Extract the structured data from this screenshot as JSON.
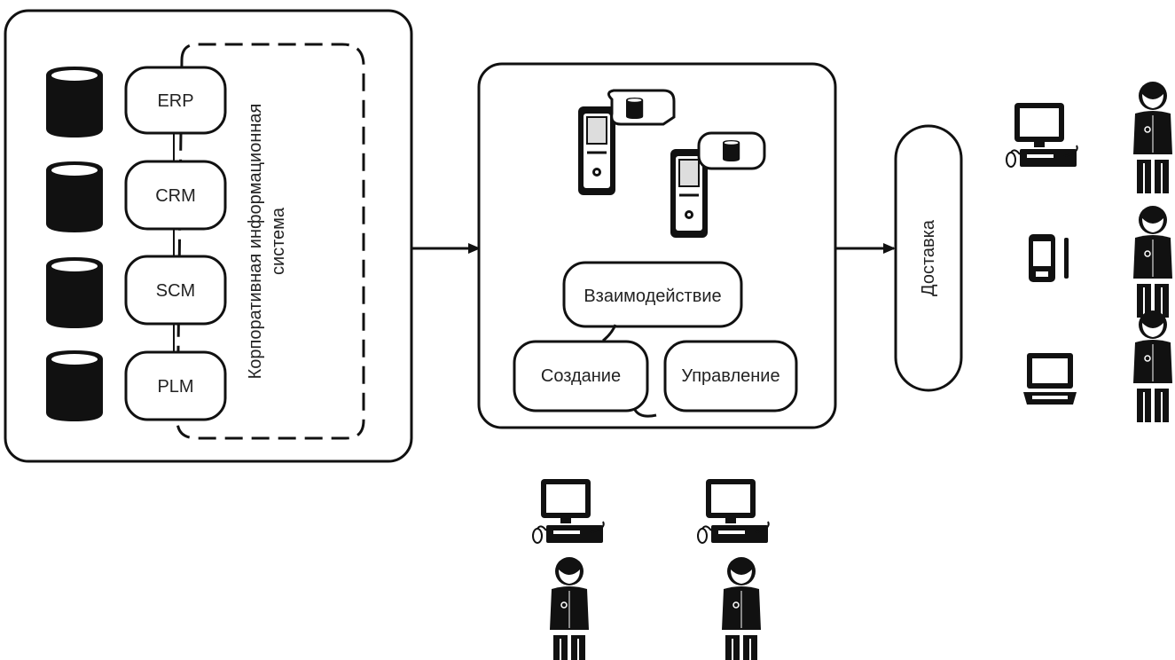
{
  "enterprise": {
    "title_line1": "Корпоративная информационная",
    "title_line2": "система",
    "modules": [
      "ERP",
      "CRM",
      "SCM",
      "PLM"
    ]
  },
  "platform": {
    "interaction": "Взаимодействие",
    "creation": "Создание",
    "management": "Управление"
  },
  "delivery": {
    "label": "Доставка"
  },
  "icons": {
    "database": "database-icon",
    "server": "server-icon",
    "desktop": "desktop-computer-icon",
    "pda": "pda-icon",
    "laptop": "laptop-icon",
    "user": "user-icon"
  }
}
